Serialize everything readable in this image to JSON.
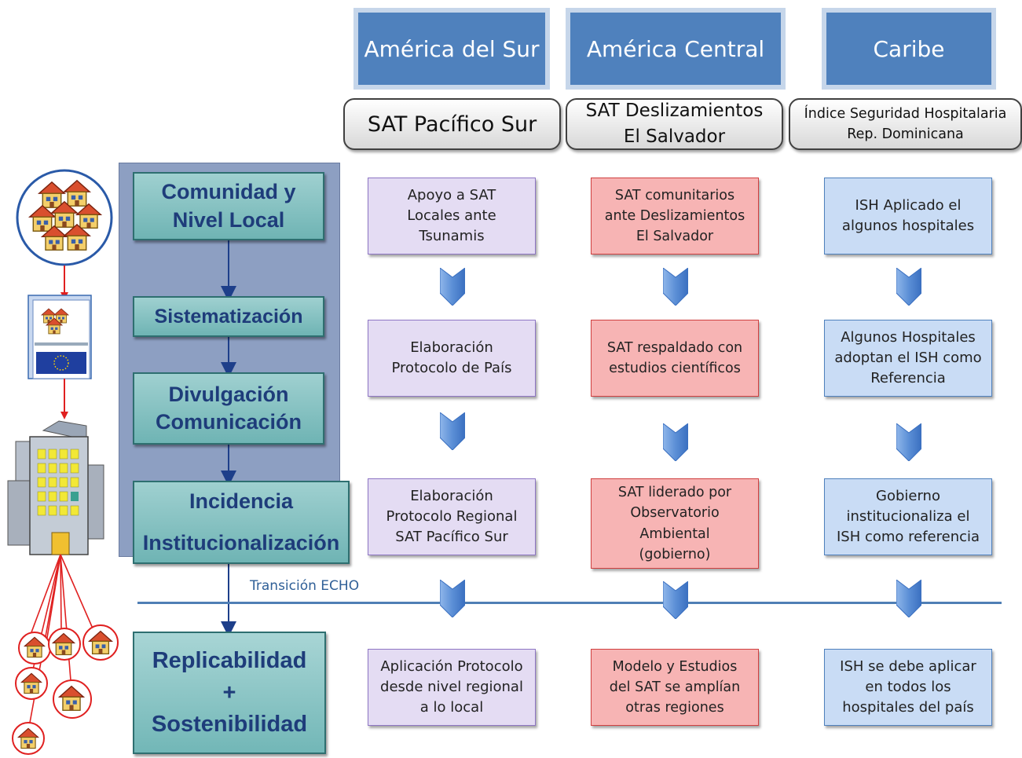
{
  "regions": [
    "América del Sur",
    "América Central",
    "Caribe"
  ],
  "projects": [
    "SAT Pacífico Sur",
    "SAT Deslizamientos\nEl Salvador",
    "Índice Seguridad Hospitalaria\nRep. Dominicana"
  ],
  "stages": {
    "comunidad": "Comunidad y\nNivel Local",
    "sistematizacion": "Sistematización",
    "divulgacion": "Divulgación\nComunicación",
    "incidencia_1": "Incidencia",
    "incidencia_2": "Institucionalización",
    "replicabilidad_1": "Replicabilidad",
    "replicabilidad_plus": "+",
    "replicabilidad_2": "Sostenibilidad"
  },
  "transition_label": "Transición ECHO",
  "columns": {
    "sur": [
      "Apoyo a SAT\nLocales ante\nTsunamis",
      "Elaboración\nProtocolo de País",
      "Elaboración\nProtocolo Regional\nSAT  Pacífico Sur",
      "Aplicación Protocolo\ndesde nivel regional\na lo local"
    ],
    "central": [
      "SAT comunitarios\nante Deslizamientos\nEl Salvador",
      "SAT respaldado con\nestudios científicos",
      "SAT liderado por\nObservatorio\nAmbiental\n(gobierno)",
      "Modelo y Estudios\ndel SAT se amplían\notras regiones"
    ],
    "caribe": [
      "ISH Aplicado el\nalgunos hospitales",
      "Algunos Hospitales\nadoptan el ISH como\nReferencia",
      "Gobierno\ninstitucionaliza el\nISH como referencia",
      "ISH se debe  aplicar\nen todos los\nhospitales del país"
    ]
  },
  "colors": {
    "region_header": "#4f81bd",
    "stage_fill": "#7fbfbf",
    "stage_text": "#1e3c7a",
    "panel": "#8d9fc2",
    "purple_box": "#e4dcf3",
    "red_box": "#f7b4b4",
    "blue_box": "#c9dcf5",
    "chevron": "#5b8fd6",
    "house_roof": "#d94f2e",
    "connector_red": "#e02020"
  }
}
